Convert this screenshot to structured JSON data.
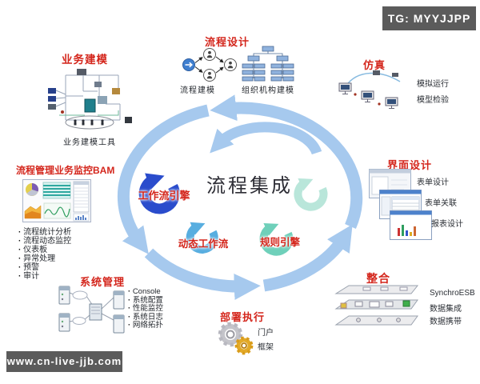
{
  "watermarks": {
    "top": "TG: MYYJJPP",
    "bottom": "www.cn-live-jjb.com"
  },
  "center": {
    "title": "流程集成",
    "workflow_engine": "工作流引擎",
    "dynamic_workflow": "动态工作流",
    "rule_engine": "规则引擎"
  },
  "business_modeling": {
    "title": "业务建模",
    "caption": "业务建模工具"
  },
  "process_design": {
    "title": "流程设计",
    "flow_caption": "流程建模",
    "org_caption": "组织机构建模"
  },
  "simulation": {
    "title": "仿真",
    "items": [
      "模拟运行",
      "模型检验"
    ]
  },
  "bam": {
    "title": "流程管理业务监控BAM",
    "items": [
      "流程统计分析",
      "流程动态监控",
      "仪表板",
      "异常处理",
      "预警",
      "审计"
    ]
  },
  "ui_design": {
    "title": "界面设计",
    "items": [
      "表单设计",
      "表单关联",
      "报表设计"
    ]
  },
  "system_management": {
    "title": "系统管理",
    "items": [
      "Console",
      "系统配置",
      "性能监控",
      "系统日志",
      "网络拓扑"
    ]
  },
  "deployment": {
    "title": "部署执行",
    "items": [
      "门户",
      "框架"
    ]
  },
  "integration": {
    "title": "整合",
    "items": [
      "SynchroESB",
      "数据集成",
      "数据携带"
    ]
  },
  "colors": {
    "accent_red": "#d4261c",
    "ring_blue": "#a6c9ee",
    "engine_blue": "#2a4ccc",
    "dynamic_blue": "#58aee0",
    "rule_teal": "#6fd0ba",
    "pale_teal": "#b9e6da",
    "watermark_bg": "#5b5b5b"
  }
}
